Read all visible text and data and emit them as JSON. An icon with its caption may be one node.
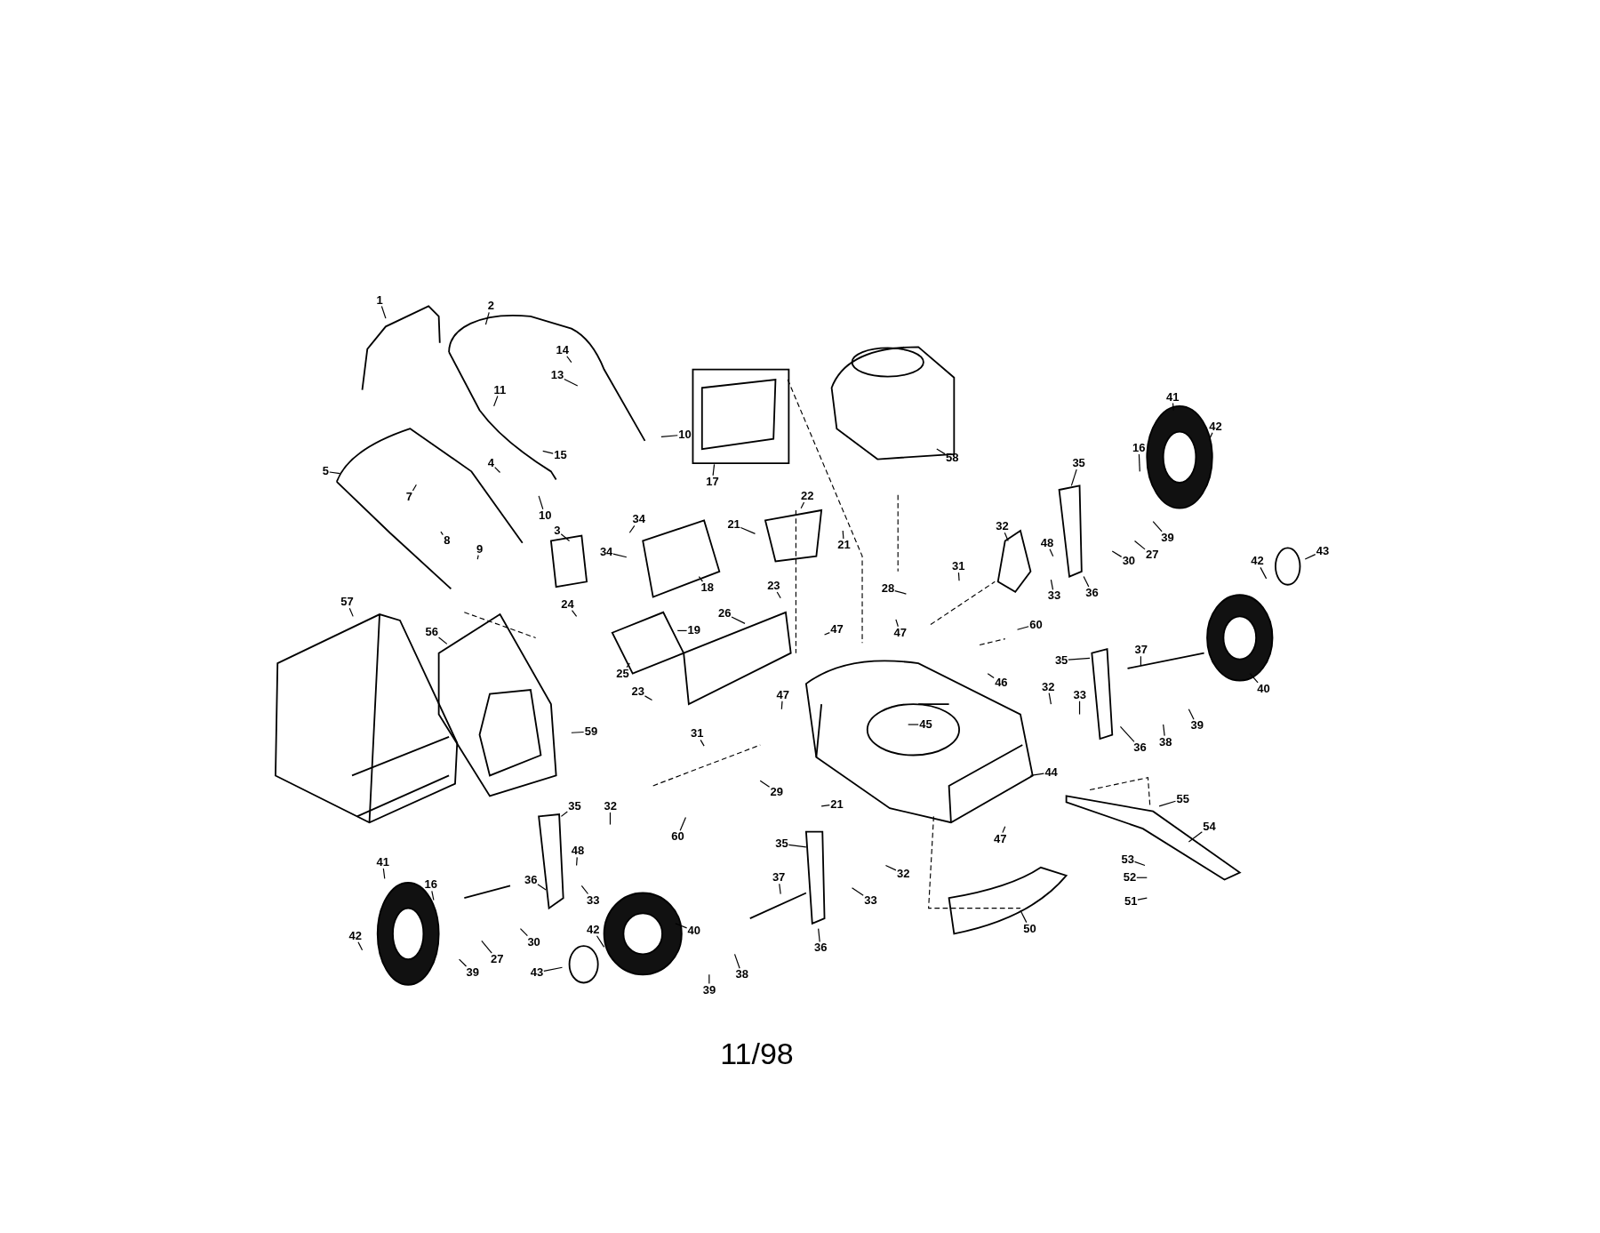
{
  "diagram": {
    "nodes": [
      {
        "text": [
          "1"
        ]
      },
      {
        "text": [
          "2"
        ]
      },
      {
        "text": [
          "14"
        ]
      },
      {
        "text": [
          "13"
        ]
      },
      {
        "text": [
          "11"
        ]
      },
      {
        "text": [
          "10"
        ]
      },
      {
        "text": [
          "15"
        ]
      },
      {
        "text": [
          "4"
        ]
      },
      {
        "text": [
          "58"
        ]
      },
      {
        "text": [
          "41"
        ]
      },
      {
        "text": [
          "42"
        ]
      },
      {
        "text": [
          "16"
        ]
      },
      {
        "text": [
          "35"
        ]
      },
      {
        "text": [
          "5"
        ]
      },
      {
        "text": [
          "7"
        ]
      },
      {
        "text": [
          "10"
        ]
      },
      {
        "text": [
          "17"
        ]
      },
      {
        "text": [
          "22"
        ]
      },
      {
        "text": [
          "21"
        ]
      },
      {
        "text": [
          "21"
        ]
      },
      {
        "text": [
          "39"
        ]
      },
      {
        "text": [
          "27"
        ]
      },
      {
        "text": [
          "30"
        ]
      },
      {
        "text": [
          "32"
        ]
      },
      {
        "text": [
          "34"
        ]
      },
      {
        "text": [
          "34"
        ]
      },
      {
        "text": [
          "3"
        ]
      },
      {
        "text": [
          "8"
        ]
      },
      {
        "text": [
          "9"
        ]
      },
      {
        "text": [
          "18"
        ]
      },
      {
        "text": [
          "43"
        ]
      },
      {
        "text": [
          "42"
        ]
      },
      {
        "text": [
          "31"
        ]
      },
      {
        "text": [
          "48"
        ]
      },
      {
        "text": [
          "33"
        ]
      },
      {
        "text": [
          "36"
        ]
      },
      {
        "text": [
          "23"
        ]
      },
      {
        "text": [
          "28"
        ]
      },
      {
        "text": [
          "24"
        ]
      },
      {
        "text": [
          "26"
        ]
      },
      {
        "text": [
          "19"
        ]
      },
      {
        "text": [
          "47"
        ]
      },
      {
        "text": [
          "47"
        ]
      },
      {
        "text": [
          "60"
        ]
      },
      {
        "text": [
          "57"
        ]
      },
      {
        "text": [
          "56"
        ]
      },
      {
        "text": [
          "35"
        ]
      },
      {
        "text": [
          "37"
        ]
      },
      {
        "text": [
          "25"
        ]
      },
      {
        "text": [
          "46"
        ]
      },
      {
        "text": [
          "40"
        ]
      },
      {
        "text": [
          "33"
        ]
      },
      {
        "text": [
          "32"
        ]
      },
      {
        "text": [
          "23"
        ]
      },
      {
        "text": [
          "47"
        ]
      },
      {
        "text": [
          "59"
        ]
      },
      {
        "text": [
          "45"
        ]
      },
      {
        "text": [
          "39"
        ]
      },
      {
        "text": [
          "38"
        ]
      },
      {
        "text": [
          "36"
        ]
      },
      {
        "text": [
          "31"
        ]
      },
      {
        "text": [
          "44"
        ]
      },
      {
        "text": [
          "29"
        ]
      },
      {
        "text": [
          "21"
        ]
      },
      {
        "text": [
          "55"
        ]
      },
      {
        "text": [
          "54"
        ]
      },
      {
        "text": [
          "35"
        ]
      },
      {
        "text": [
          "32"
        ]
      },
      {
        "text": [
          "47"
        ]
      },
      {
        "text": [
          "60"
        ]
      },
      {
        "text": [
          "48"
        ]
      },
      {
        "text": [
          "35"
        ]
      },
      {
        "text": [
          "32"
        ]
      },
      {
        "text": [
          "53"
        ]
      },
      {
        "text": [
          "41"
        ]
      },
      {
        "text": [
          "36"
        ]
      },
      {
        "text": [
          "33"
        ]
      },
      {
        "text": [
          "52"
        ]
      },
      {
        "text": [
          "33"
        ]
      },
      {
        "text": [
          "37"
        ]
      },
      {
        "text": [
          "16"
        ]
      },
      {
        "text": [
          "51"
        ]
      },
      {
        "text": [
          "40"
        ]
      },
      {
        "text": [
          "30"
        ]
      },
      {
        "text": [
          "27"
        ]
      },
      {
        "text": [
          "36"
        ]
      },
      {
        "text": [
          "50"
        ]
      },
      {
        "text": [
          "42"
        ]
      },
      {
        "text": [
          "43"
        ]
      },
      {
        "text": [
          "42"
        ]
      },
      {
        "text": [
          "39"
        ]
      },
      {
        "text": [
          "38"
        ]
      },
      {
        "text": [
          "39"
        ]
      }
    ],
    "edges": [
      {
        "from": 0,
        "to": null,
        "arrow": "none"
      },
      {
        "from": 1,
        "to": null,
        "arrow": "none"
      },
      {
        "from": 2,
        "to": null,
        "arrow": "none"
      },
      {
        "from": 3,
        "to": null,
        "arrow": "none"
      },
      {
        "from": 4,
        "to": null,
        "arrow": "none"
      },
      {
        "from": 5,
        "to": null,
        "arrow": "none"
      },
      {
        "from": 6,
        "to": null,
        "arrow": "none"
      },
      {
        "from": 7,
        "to": null,
        "arrow": "none"
      },
      {
        "from": 8,
        "to": null,
        "arrow": "none"
      },
      {
        "from": 9,
        "to": null,
        "arrow": "none"
      },
      {
        "from": 10,
        "to": null,
        "arrow": "none"
      },
      {
        "from": 11,
        "to": null,
        "arrow": "none"
      },
      {
        "from": 12,
        "to": null,
        "arrow": "none"
      },
      {
        "from": 13,
        "to": null,
        "arrow": "none"
      },
      {
        "from": 14,
        "to": null,
        "arrow": "none"
      },
      {
        "from": 15,
        "to": null,
        "arrow": "none"
      },
      {
        "from": 16,
        "to": null,
        "arrow": "none"
      },
      {
        "from": 17,
        "to": null,
        "arrow": "none"
      },
      {
        "from": 18,
        "to": null,
        "arrow": "none"
      },
      {
        "from": 19,
        "to": null,
        "arrow": "none"
      },
      {
        "from": 20,
        "to": null,
        "arrow": "none"
      },
      {
        "from": 21,
        "to": null,
        "arrow": "none"
      },
      {
        "from": 22,
        "to": null,
        "arrow": "none"
      },
      {
        "from": 23,
        "to": null,
        "arrow": "none"
      },
      {
        "from": 24,
        "to": null,
        "arrow": "none"
      },
      {
        "from": 25,
        "to": null,
        "arrow": "none"
      },
      {
        "from": 26,
        "to": null,
        "arrow": "none"
      },
      {
        "from": 27,
        "to": null,
        "arrow": "none"
      },
      {
        "from": 28,
        "to": null,
        "arrow": "none"
      },
      {
        "from": 29,
        "to": null,
        "arrow": "none"
      },
      {
        "from": 30,
        "to": null,
        "arrow": "none"
      },
      {
        "from": 31,
        "to": null,
        "arrow": "none"
      },
      {
        "from": 32,
        "to": null,
        "arrow": "none"
      },
      {
        "from": 33,
        "to": null,
        "arrow": "none"
      },
      {
        "from": 34,
        "to": null,
        "arrow": "none"
      },
      {
        "from": 35,
        "to": null,
        "arrow": "none"
      },
      {
        "from": 36,
        "to": null,
        "arrow": "none"
      },
      {
        "from": 37,
        "to": null,
        "arrow": "none"
      },
      {
        "from": 38,
        "to": null,
        "arrow": "none"
      },
      {
        "from": 39,
        "to": null,
        "arrow": "none"
      },
      {
        "from": 40,
        "to": null,
        "arrow": "none"
      },
      {
        "from": 41,
        "to": null,
        "arrow": "none"
      },
      {
        "from": 42,
        "to": null,
        "arrow": "none"
      },
      {
        "from": 43,
        "to": null,
        "arrow": "none"
      },
      {
        "from": 44,
        "to": null,
        "arrow": "none"
      },
      {
        "from": 45,
        "to": null,
        "arrow": "none"
      },
      {
        "from": 46,
        "to": null,
        "arrow": "none"
      },
      {
        "from": 47,
        "to": null,
        "arrow": "none"
      },
      {
        "from": 48,
        "to": null,
        "arrow": "none"
      },
      {
        "from": 49,
        "to": null,
        "arrow": "none"
      },
      {
        "from": 50,
        "to": null,
        "arrow": "none"
      },
      {
        "from": 51,
        "to": null,
        "arrow": "none"
      },
      {
        "from": 52,
        "to": null,
        "arrow": "none"
      },
      {
        "from": 53,
        "to": null,
        "arrow": "none"
      },
      {
        "from": 54,
        "to": null,
        "arrow": "none"
      },
      {
        "from": 55,
        "to": null,
        "arrow": "none"
      },
      {
        "from": 56,
        "to": null,
        "arrow": "none"
      },
      {
        "from": 57,
        "to": null,
        "arrow": "none"
      },
      {
        "from": 58,
        "to": null,
        "arrow": "none"
      },
      {
        "from": 59,
        "to": null,
        "arrow": "none"
      },
      {
        "from": 60,
        "to": null,
        "arrow": "none"
      },
      {
        "from": 61,
        "to": null,
        "arrow": "none"
      },
      {
        "from": 62,
        "to": null,
        "arrow": "none"
      },
      {
        "from": 63,
        "to": null,
        "arrow": "none"
      },
      {
        "from": 64,
        "to": null,
        "arrow": "none"
      },
      {
        "from": 65,
        "to": null,
        "arrow": "none"
      },
      {
        "from": 66,
        "to": null,
        "arrow": "none"
      },
      {
        "from": 67,
        "to": null,
        "arrow": "none"
      },
      {
        "from": 68,
        "to": null,
        "arrow": "none"
      },
      {
        "from": 69,
        "to": null,
        "arrow": "none"
      },
      {
        "from": 70,
        "to": null,
        "arrow": "none"
      },
      {
        "from": 71,
        "to": null,
        "arrow": "none"
      },
      {
        "from": 72,
        "to": null,
        "arrow": "none"
      },
      {
        "from": 73,
        "to": null,
        "arrow": "none"
      },
      {
        "from": 74,
        "to": null,
        "arrow": "none"
      },
      {
        "from": 75,
        "to": null,
        "arrow": "none"
      },
      {
        "from": 76,
        "to": null,
        "arrow": "none"
      },
      {
        "from": 77,
        "to": null,
        "arrow": "none"
      },
      {
        "from": 78,
        "to": null,
        "arrow": "none"
      },
      {
        "from": 79,
        "to": null,
        "arrow": "none"
      },
      {
        "from": 80,
        "to": null,
        "arrow": "none"
      },
      {
        "from": 81,
        "to": null,
        "arrow": "none"
      },
      {
        "from": 82,
        "to": null,
        "arrow": "none"
      },
      {
        "from": 83,
        "to": null,
        "arrow": "none"
      },
      {
        "from": 84,
        "to": null,
        "arrow": "none"
      },
      {
        "from": 85,
        "to": null,
        "arrow": "none"
      },
      {
        "from": 86,
        "to": null,
        "arrow": "none"
      },
      {
        "from": 87,
        "to": null,
        "arrow": "none"
      },
      {
        "from": 88,
        "to": null,
        "arrow": "none"
      },
      {
        "from": 89,
        "to": null,
        "arrow": "none"
      },
      {
        "from": 90,
        "to": null,
        "arrow": "none"
      },
      {
        "from": 91,
        "to": null,
        "arrow": "none"
      },
      {
        "from": 92,
        "to": null,
        "arrow": "none"
      }
    ],
    "labels": [
      "11/98"
    ]
  }
}
